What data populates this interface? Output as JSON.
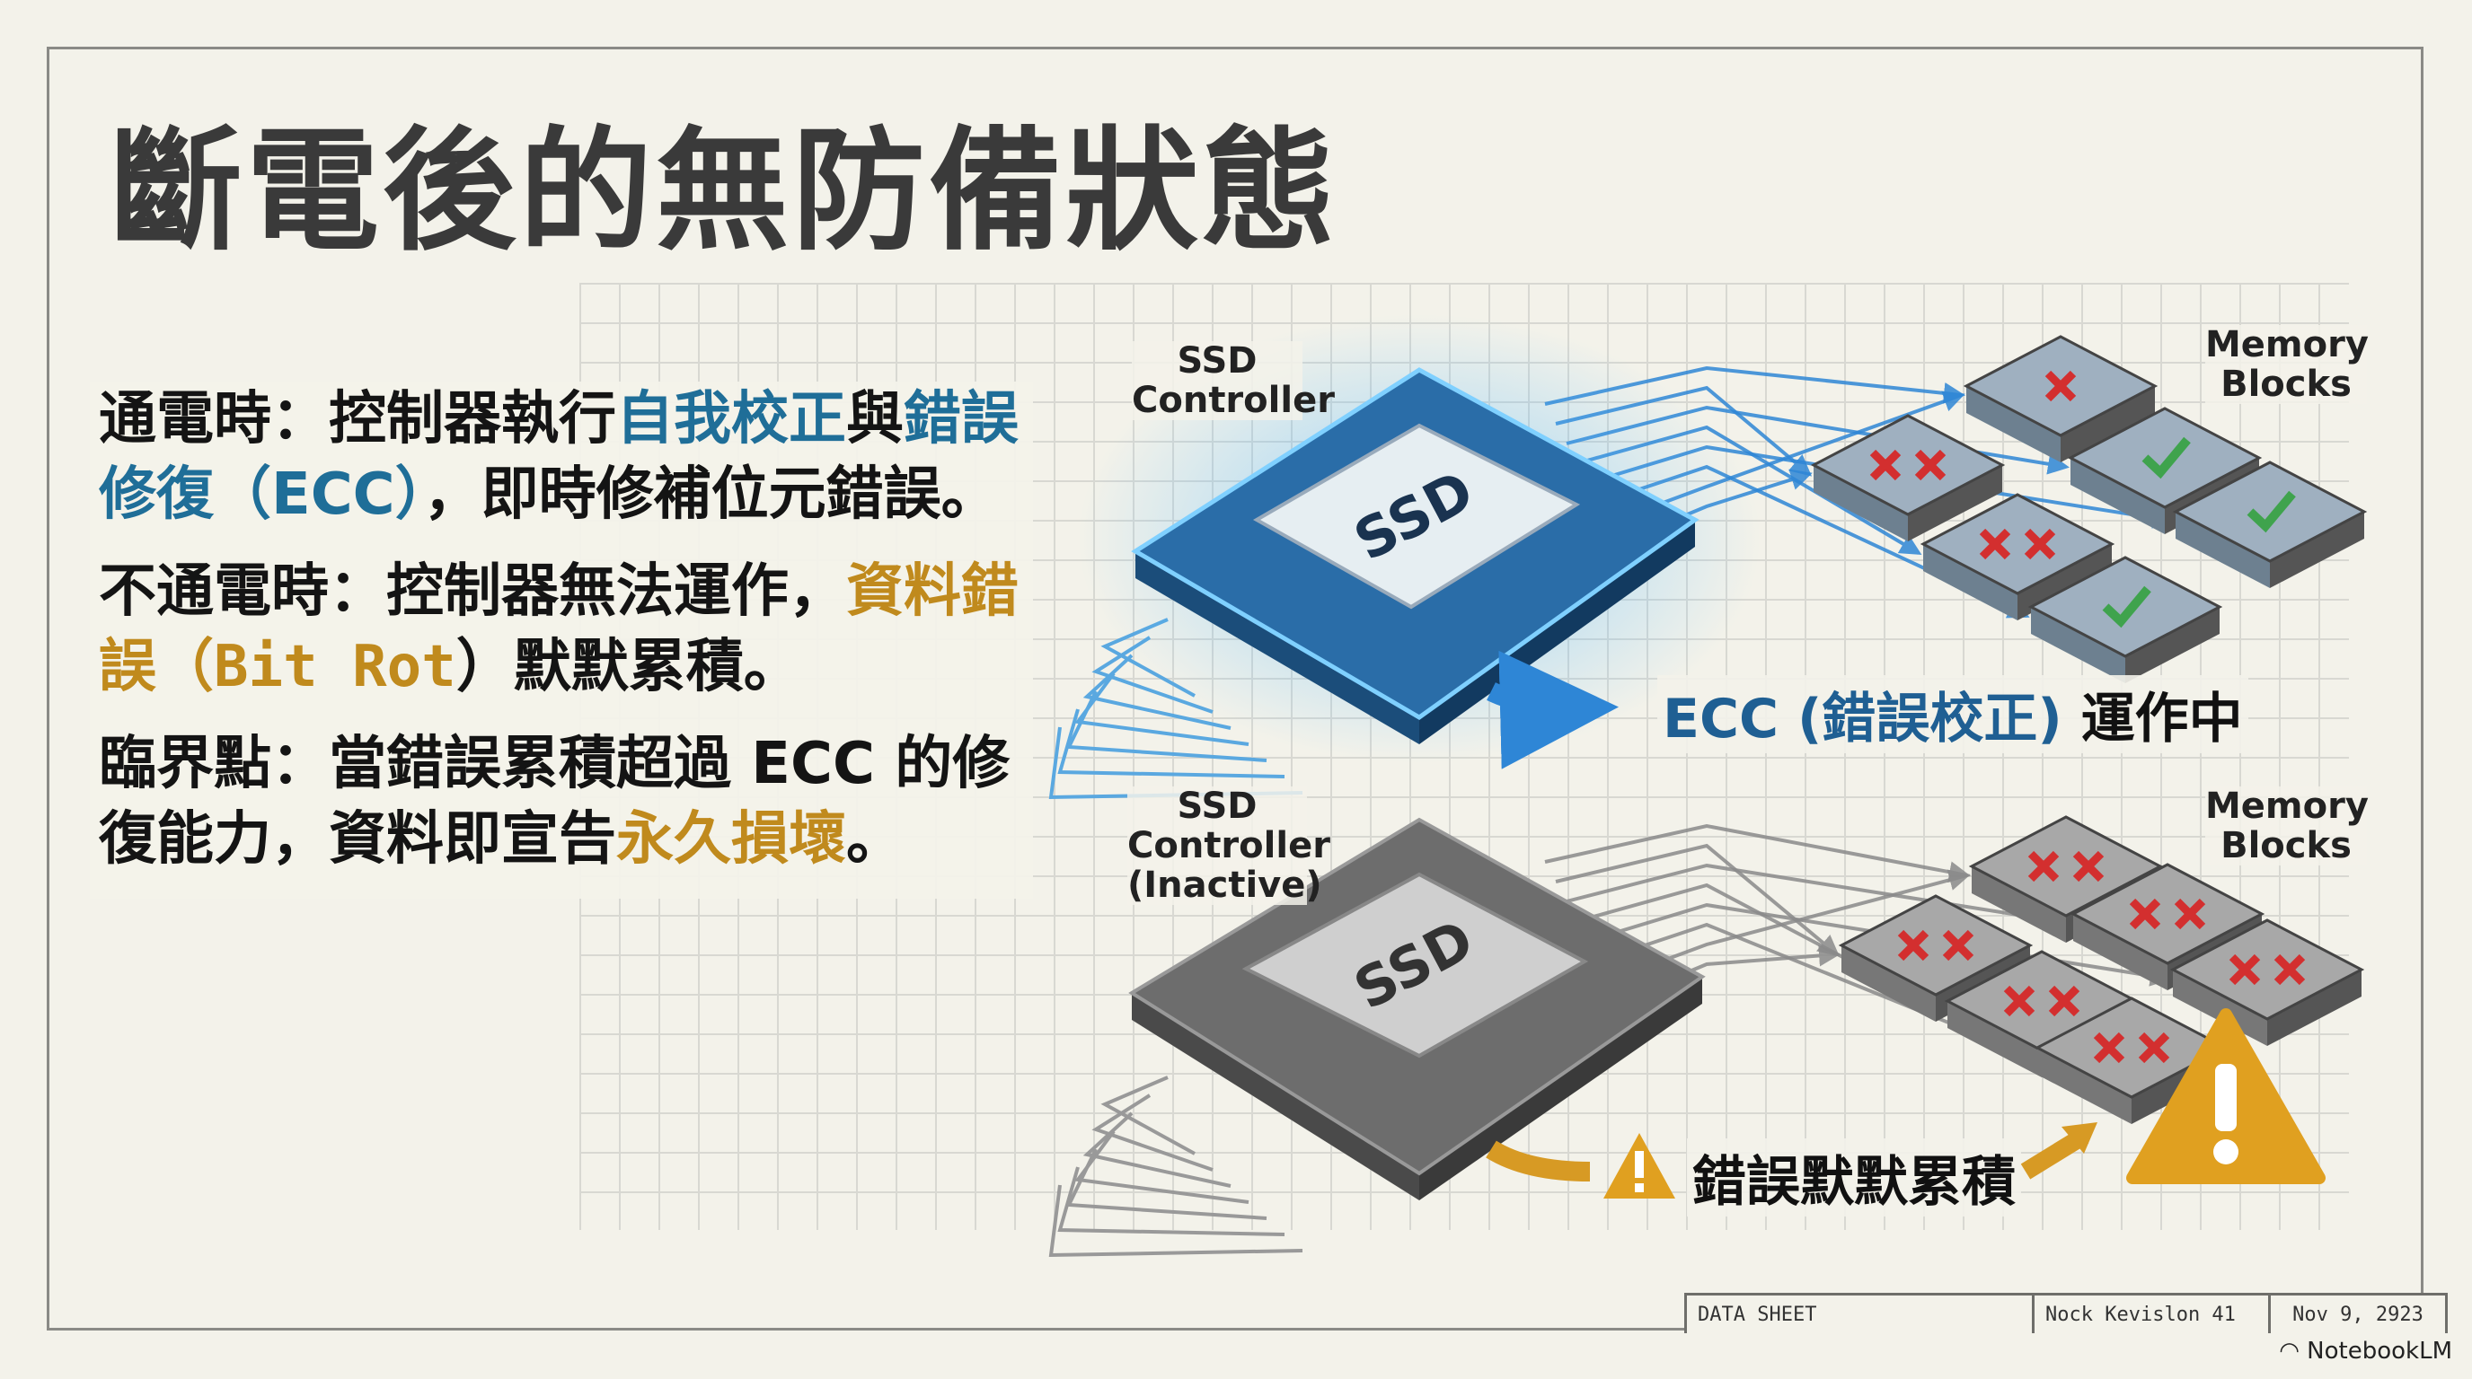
{
  "title": "斷電後的無防備狀態",
  "points": [
    {
      "label": "通電時：",
      "pre": "控制器執行",
      "hl1": "自我校正",
      "mid": "與",
      "hl2": "錯誤修復（ECC）",
      "post": "，即時修補位元錯誤。"
    },
    {
      "label": "不通電時：",
      "pre": "控制器無法運作，",
      "hl1": "資料錯誤（",
      "hl_mono": "Bit Rot",
      "hl1_end": "）",
      "post": "默默累積。"
    },
    {
      "label": "臨界點：",
      "pre": "當錯誤累積超過 ECC 的修復能力，資料即宣告",
      "hl": "永久損壞",
      "post": "。"
    }
  ],
  "diagram_top": {
    "controller_label_1": "SSD",
    "controller_label_2": "Controller",
    "chip_text": "SSD",
    "memory_label_1": "Memory",
    "memory_label_2": "Blocks",
    "status_blue": "ECC (錯誤校正)",
    "status_dark": "運作中",
    "blocks": [
      "error1",
      "error2",
      "ok",
      "error2",
      "ok",
      "ok"
    ]
  },
  "diagram_bottom": {
    "controller_label_1": "SSD",
    "controller_label_2": "Controller",
    "controller_label_3": "(Inactive)",
    "chip_text": "SSD",
    "memory_label_1": "Memory",
    "memory_label_2": "Blocks",
    "status": "錯誤默默累積",
    "blocks": [
      "error2",
      "error2",
      "error2",
      "error2",
      "error2",
      "error2"
    ]
  },
  "colors": {
    "accent_blue": "#1f6e98",
    "accent_gold": "#c08a1d",
    "error_red": "#d32f2f",
    "ok_green": "#3fa34d",
    "warning": "#e0a020"
  },
  "footer": {
    "cell1": "DATA SHEET",
    "cell2": "Nock Kevislon 41",
    "cell3": "Nov 9, 2923"
  },
  "brand": "NotebookLM"
}
